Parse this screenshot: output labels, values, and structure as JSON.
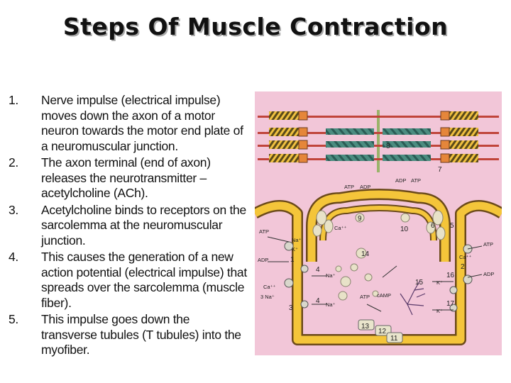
{
  "slide": {
    "title": "Steps Of Muscle Contraction"
  },
  "steps": [
    {
      "num": "1.",
      "text": "Nerve impulse (electrical impulse) moves down the axon of a motor neuron towards the motor end plate of a neuromuscular junction."
    },
    {
      "num": "2.",
      "text": "The axon terminal (end of axon) releases the neurotransmitter – acetylcholine (ACh)."
    },
    {
      "num": "3.",
      "text": "Acetylcholine binds to receptors on the sarcolemma at the neuromuscular junction."
    },
    {
      "num": "4.",
      "text": "This causes the generation of a new action potential (electrical impulse) that spreads over the sarcolemma (muscle fiber)."
    },
    {
      "num": "5.",
      "text": "This impulse goes down the transverse tubules (T tubules) into the myofiber."
    }
  ],
  "diagram": {
    "labels": {
      "n1": "1",
      "n2": "2",
      "n3": "3",
      "n4a": "4",
      "n4b": "4",
      "n5": "5",
      "n6": "6",
      "n7": "7",
      "n8": "8",
      "n9": "9",
      "n10": "10",
      "n11": "11",
      "n12": "12",
      "n13": "13",
      "n14": "14",
      "n15": "15",
      "n16": "16",
      "n17": "17",
      "atp_top1": "ATP",
      "adp_top1": "ADP",
      "adp_top2": "ADP",
      "atp_top2": "ATP",
      "atp_left": "ATP",
      "na_left": "Na⁺",
      "k_left": "K⁺",
      "adp_left": "ADP",
      "ca_left": "Ca⁺⁺",
      "na3_left": "3 Na⁺",
      "na_4a": "Na⁺",
      "na_4b": "Na⁺",
      "ca_mid": "Ca⁺⁺",
      "atp_right": "ATP",
      "ca_right": "Ca⁺⁺",
      "adp_right": "ADP",
      "k_16": "K⁺",
      "k_17": "K⁺",
      "atp_camp": "ATP",
      "camp": "cAMP"
    }
  }
}
